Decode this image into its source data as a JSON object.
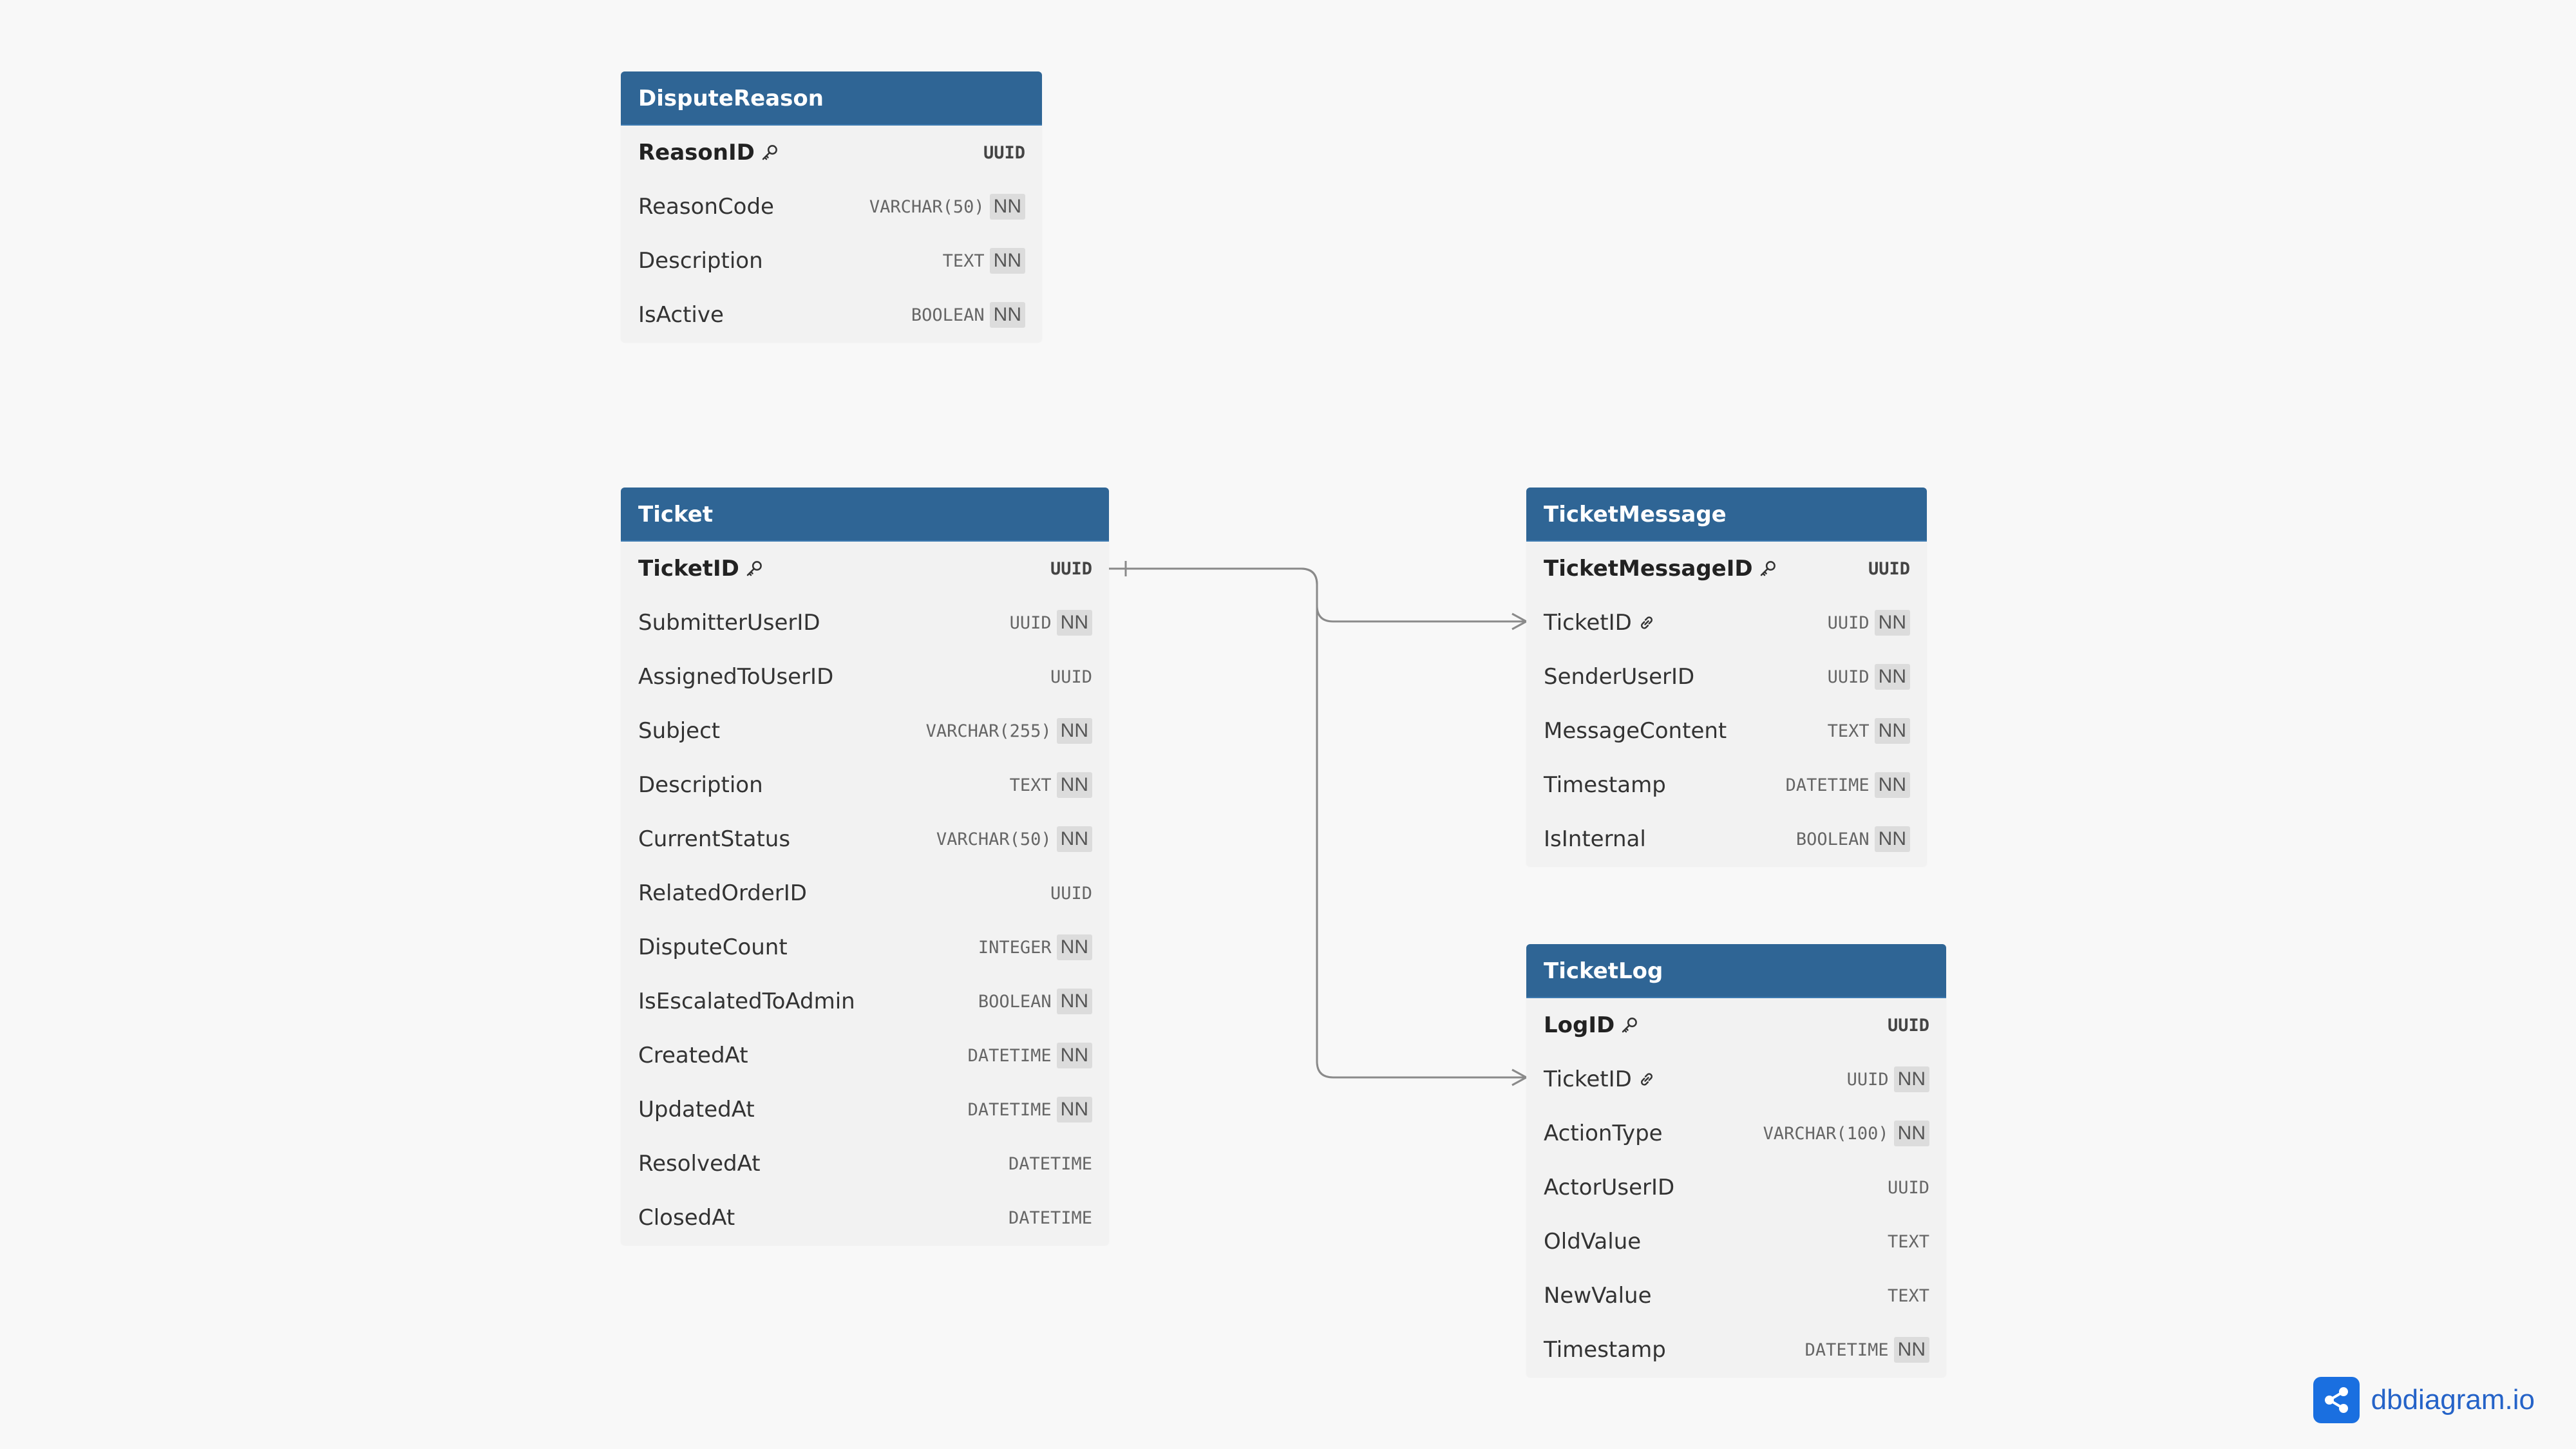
{
  "tables": [
    {
      "id": "dispute-reason",
      "name": "DisputeReason",
      "fields": [
        {
          "name": "ReasonID",
          "type": "UUID",
          "pk": true,
          "fk": false,
          "nn": ""
        },
        {
          "name": "ReasonCode",
          "type": "VARCHAR(50)",
          "pk": false,
          "fk": false,
          "nn": "NN"
        },
        {
          "name": "Description",
          "type": "TEXT",
          "pk": false,
          "fk": false,
          "nn": "NN"
        },
        {
          "name": "IsActive",
          "type": "BOOLEAN",
          "pk": false,
          "fk": false,
          "nn": "NN"
        }
      ]
    },
    {
      "id": "ticket",
      "name": "Ticket",
      "fields": [
        {
          "name": "TicketID",
          "type": "UUID",
          "pk": true,
          "fk": false,
          "nn": ""
        },
        {
          "name": "SubmitterUserID",
          "type": "UUID",
          "pk": false,
          "fk": false,
          "nn": "NN"
        },
        {
          "name": "AssignedToUserID",
          "type": "UUID",
          "pk": false,
          "fk": false,
          "nn": ""
        },
        {
          "name": "Subject",
          "type": "VARCHAR(255)",
          "pk": false,
          "fk": false,
          "nn": "NN"
        },
        {
          "name": "Description",
          "type": "TEXT",
          "pk": false,
          "fk": false,
          "nn": "NN"
        },
        {
          "name": "CurrentStatus",
          "type": "VARCHAR(50)",
          "pk": false,
          "fk": false,
          "nn": "NN"
        },
        {
          "name": "RelatedOrderID",
          "type": "UUID",
          "pk": false,
          "fk": false,
          "nn": ""
        },
        {
          "name": "DisputeCount",
          "type": "INTEGER",
          "pk": false,
          "fk": false,
          "nn": "NN"
        },
        {
          "name": "IsEscalatedToAdmin",
          "type": "BOOLEAN",
          "pk": false,
          "fk": false,
          "nn": "NN"
        },
        {
          "name": "CreatedAt",
          "type": "DATETIME",
          "pk": false,
          "fk": false,
          "nn": "NN"
        },
        {
          "name": "UpdatedAt",
          "type": "DATETIME",
          "pk": false,
          "fk": false,
          "nn": "NN"
        },
        {
          "name": "ResolvedAt",
          "type": "DATETIME",
          "pk": false,
          "fk": false,
          "nn": ""
        },
        {
          "name": "ClosedAt",
          "type": "DATETIME",
          "pk": false,
          "fk": false,
          "nn": ""
        }
      ]
    },
    {
      "id": "ticket-message",
      "name": "TicketMessage",
      "fields": [
        {
          "name": "TicketMessageID",
          "type": "UUID",
          "pk": true,
          "fk": false,
          "nn": ""
        },
        {
          "name": "TicketID",
          "type": "UUID",
          "pk": false,
          "fk": true,
          "nn": "NN"
        },
        {
          "name": "SenderUserID",
          "type": "UUID",
          "pk": false,
          "fk": false,
          "nn": "NN"
        },
        {
          "name": "MessageContent",
          "type": "TEXT",
          "pk": false,
          "fk": false,
          "nn": "NN"
        },
        {
          "name": "Timestamp",
          "type": "DATETIME",
          "pk": false,
          "fk": false,
          "nn": "NN"
        },
        {
          "name": "IsInternal",
          "type": "BOOLEAN",
          "pk": false,
          "fk": false,
          "nn": "NN"
        }
      ]
    },
    {
      "id": "ticket-log",
      "name": "TicketLog",
      "fields": [
        {
          "name": "LogID",
          "type": "UUID",
          "pk": true,
          "fk": false,
          "nn": ""
        },
        {
          "name": "TicketID",
          "type": "UUID",
          "pk": false,
          "fk": true,
          "nn": "NN"
        },
        {
          "name": "ActionType",
          "type": "VARCHAR(100)",
          "pk": false,
          "fk": false,
          "nn": "NN"
        },
        {
          "name": "ActorUserID",
          "type": "UUID",
          "pk": false,
          "fk": false,
          "nn": ""
        },
        {
          "name": "OldValue",
          "type": "TEXT",
          "pk": false,
          "fk": false,
          "nn": ""
        },
        {
          "name": "NewValue",
          "type": "TEXT",
          "pk": false,
          "fk": false,
          "nn": ""
        },
        {
          "name": "Timestamp",
          "type": "DATETIME",
          "pk": false,
          "fk": false,
          "nn": "NN"
        }
      ]
    }
  ],
  "relationships": [
    {
      "from": "Ticket.TicketID",
      "to": "TicketMessage.TicketID",
      "cardinality": "one-to-many"
    },
    {
      "from": "Ticket.TicketID",
      "to": "TicketLog.TicketID",
      "cardinality": "one-to-many"
    }
  ],
  "brand": {
    "text": "dbdiagram.io"
  },
  "colors": {
    "header": "#2f6595",
    "table_body": "#f2f2f2",
    "canvas": "#f8f8f8",
    "relation_line": "#8a8a8a",
    "brand": "#2563c8"
  },
  "icons": {
    "primary_key": "key-icon",
    "foreign_key": "link-icon",
    "brand": "share-icon"
  }
}
